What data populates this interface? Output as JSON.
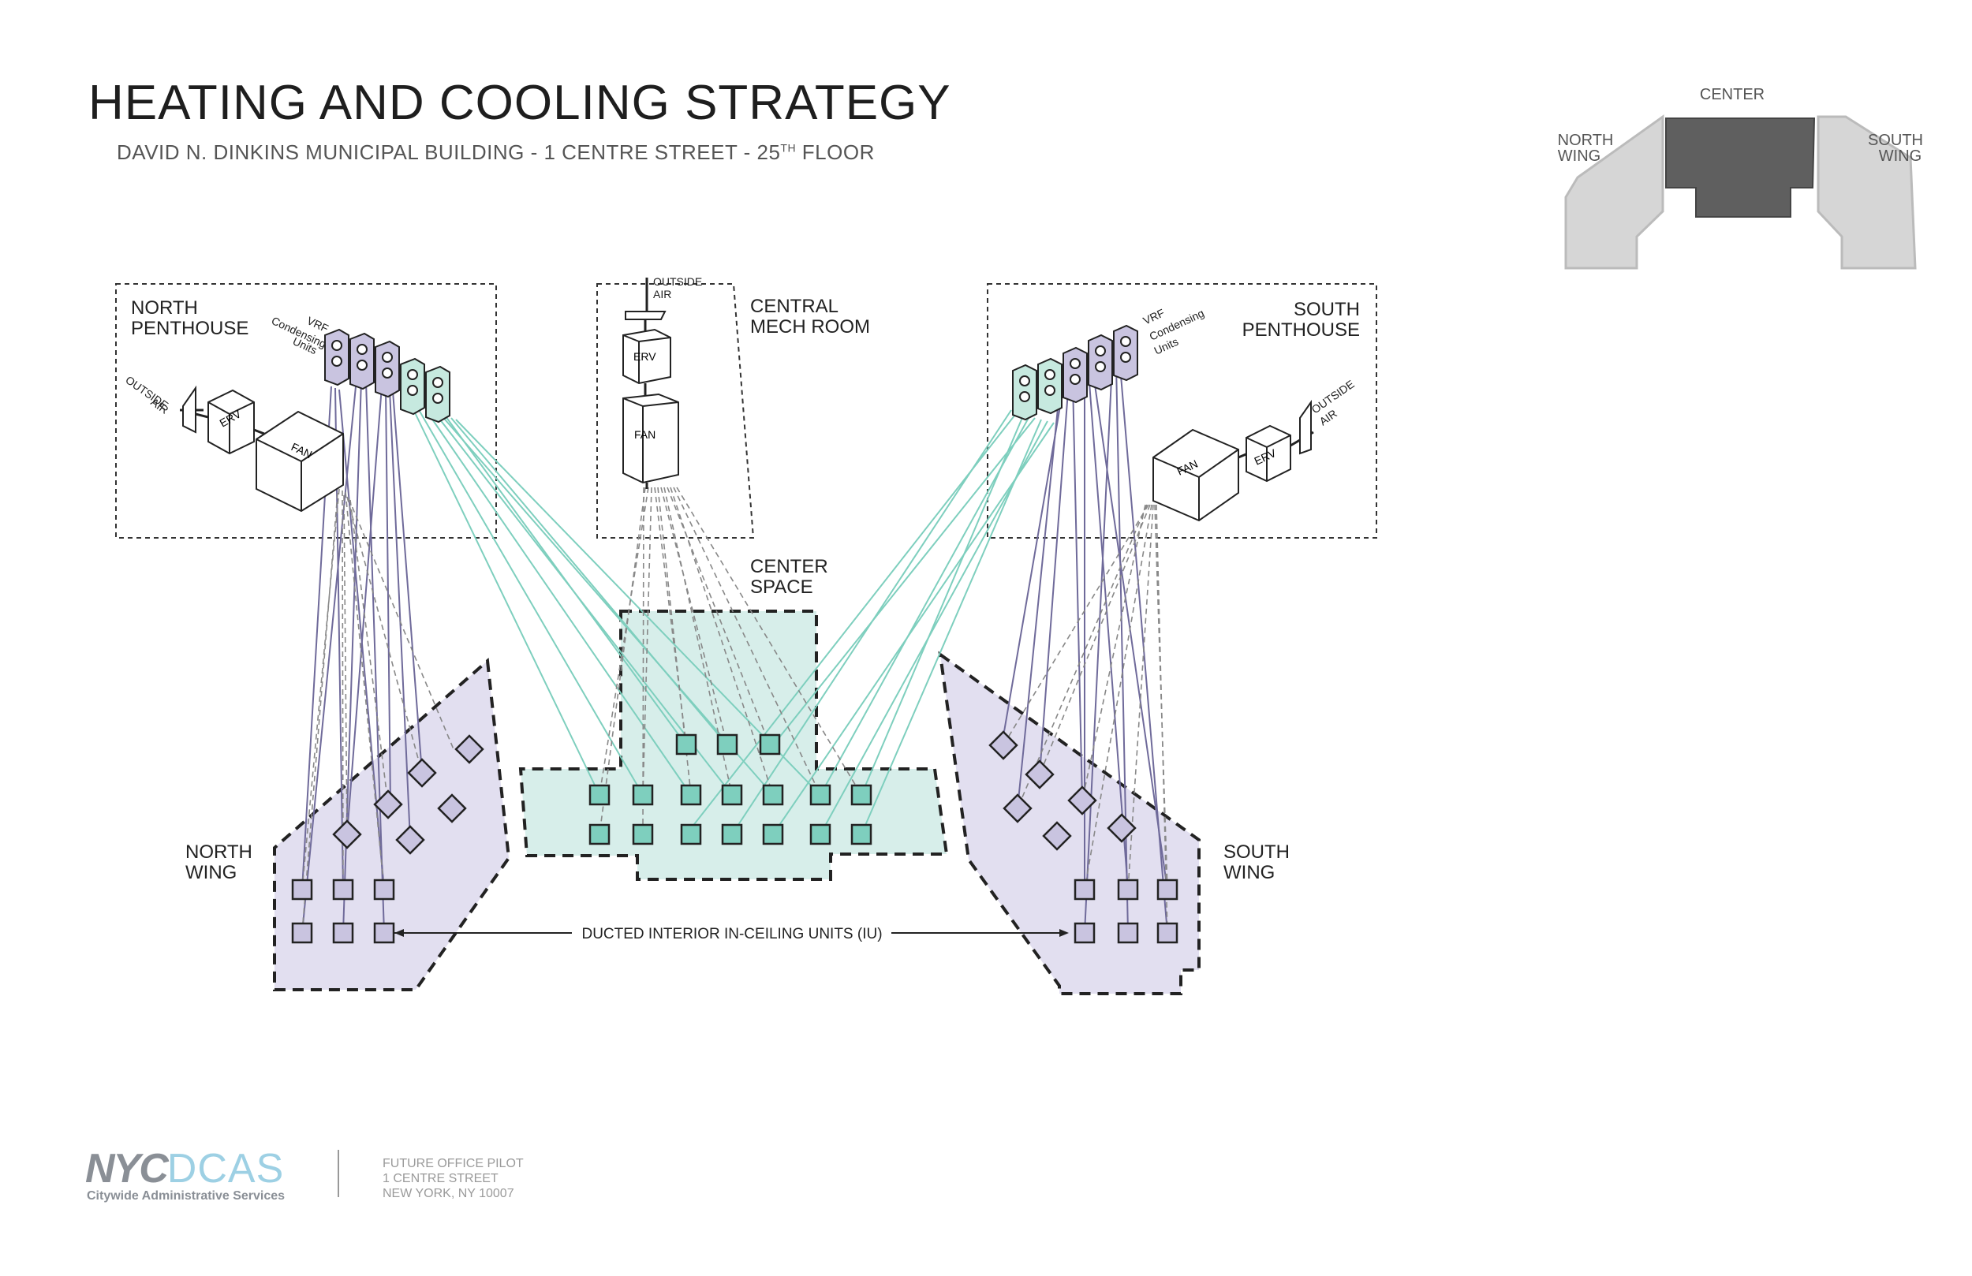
{
  "header": {
    "title": "HEATING AND COOLING STRATEGY",
    "subtitle_main": "DAVID N. DINKINS MUNICIPAL BUILDING - 1 CENTRE STREET - 25",
    "subtitle_sup": "TH",
    "subtitle_end": " FLOOR"
  },
  "keyplan": {
    "center": "CENTER",
    "north_wing": [
      "NORTH",
      "WING"
    ],
    "south_wing": [
      "SOUTH",
      "WING"
    ]
  },
  "rooms": {
    "north_penthouse": [
      "NORTH",
      "PENTHOUSE"
    ],
    "central_mech_room": [
      "CENTRAL",
      "MECH ROOM"
    ],
    "south_penthouse": [
      "SOUTH",
      "PENTHOUSE"
    ],
    "center_space": [
      "CENTER",
      "SPACE"
    ],
    "north_wing": [
      "NORTH",
      "WING"
    ],
    "south_wing": [
      "SOUTH",
      "WING"
    ]
  },
  "equipment": {
    "vrf_label": [
      "VRF",
      "Condensing",
      "Units"
    ],
    "outside_air": [
      "OUTSIDE",
      "AIR"
    ],
    "erv": "ERV",
    "fan": "FAN",
    "iu_label": "DUCTED INTERIOR IN-CEILING UNITS (IU)"
  },
  "footer": {
    "logo_nyc": "NYC",
    "logo_dcas": "DCAS",
    "logo_sub": "Citywide Administrative Services",
    "line1": "FUTURE OFFICE PILOT",
    "line2": "1 CENTRE STREET",
    "line3": "NEW YORK, NY 10007"
  },
  "colors": {
    "teal": "#7ecfbe",
    "teal_fill": "#d7eeea",
    "purple": "#6f6a9a",
    "purple_fill": "#e2dff0",
    "dark": "#222222"
  }
}
